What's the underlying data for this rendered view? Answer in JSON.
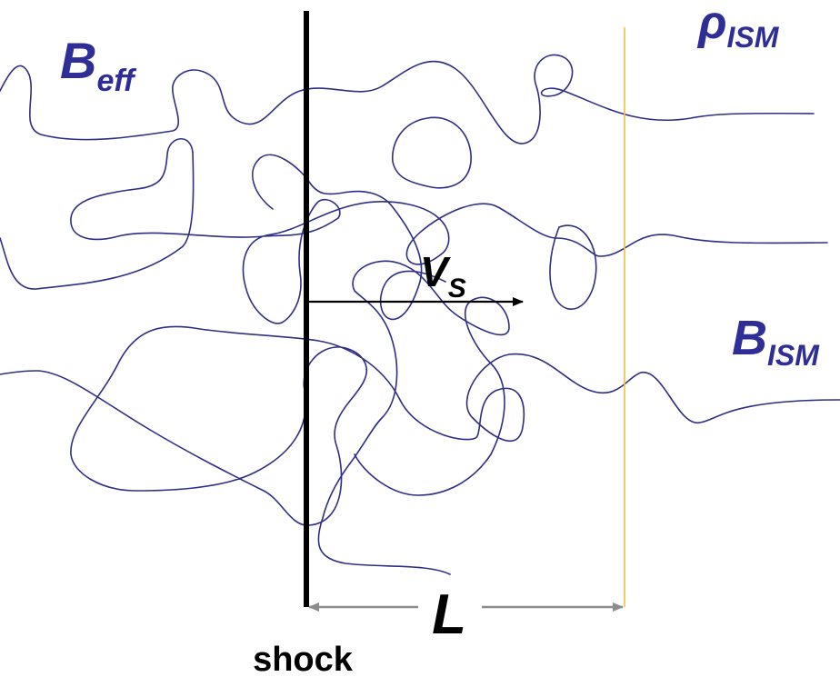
{
  "labels": {
    "b_eff": {
      "main": "B",
      "sub": "eff"
    },
    "rho_ism": {
      "main": "ρ",
      "sub": "ISM"
    },
    "b_ism": {
      "main": "B",
      "sub": "ISM"
    },
    "v_s": {
      "main": "V",
      "sub": "S"
    },
    "length": "L",
    "shock": "shock"
  },
  "colors": {
    "field_lines": "#2e2e86",
    "label_blue": "#2e2e96",
    "shock_front": "#000000",
    "boundary": "#f0c040",
    "dimension_arrow": "#8c8c8c",
    "velocity_arrow": "#000000"
  }
}
